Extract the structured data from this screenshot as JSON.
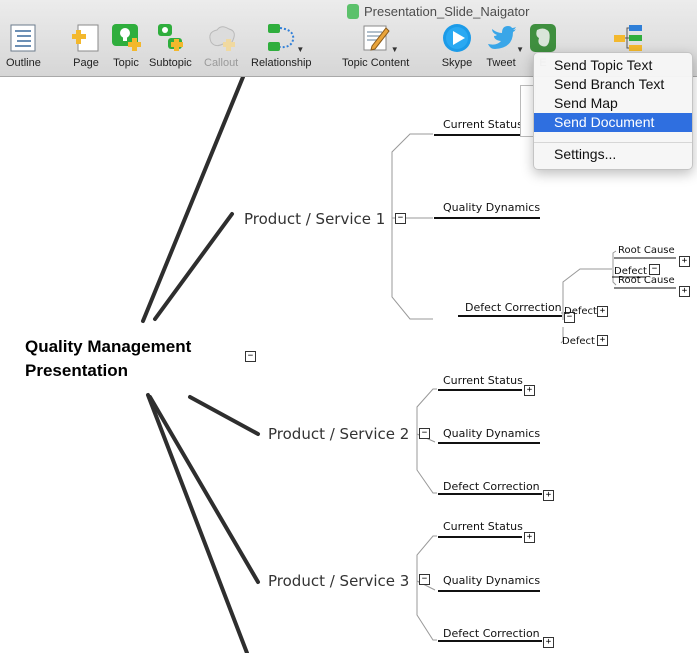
{
  "window": {
    "title": "Presentation_Slide_Naigator"
  },
  "toolbar": {
    "items": [
      {
        "label": "Outline",
        "icon": "outline-icon"
      },
      {
        "label": "Page",
        "icon": "page-icon"
      },
      {
        "label": "Topic",
        "icon": "topic-icon"
      },
      {
        "label": "Subtopic",
        "icon": "subtopic-icon"
      },
      {
        "label": "Callout",
        "icon": "callout-icon",
        "disabled": true
      },
      {
        "label": "Relationship",
        "icon": "relationship-icon"
      },
      {
        "label": "Topic Content",
        "icon": "topic-content-icon"
      },
      {
        "label": "Skype",
        "icon": "skype-icon"
      },
      {
        "label": "Tweet",
        "icon": "twitter-icon"
      },
      {
        "label": "E",
        "icon": "evernote-icon"
      }
    ]
  },
  "menu": {
    "items": [
      {
        "label": "Send Topic Text"
      },
      {
        "label": "Send Branch Text"
      },
      {
        "label": "Send Map"
      },
      {
        "label": "Send Document",
        "selected": true
      },
      {
        "label": "Settings..."
      }
    ]
  },
  "mindmap": {
    "central": {
      "line1": "Quality Management",
      "line2": "Presentation"
    },
    "branches": [
      {
        "label": "Product / Service 1",
        "children": [
          {
            "label": "Current Status"
          },
          {
            "label": "Quality Dynamics"
          },
          {
            "label": "Defect Correction",
            "children": [
              {
                "label": "Defect",
                "children": [
                  {
                    "label": "Root Cause"
                  },
                  {
                    "label": "Root Cause"
                  }
                ]
              },
              {
                "label": "Defect"
              },
              {
                "label": "Defect"
              }
            ]
          }
        ]
      },
      {
        "label": "Product / Service 2",
        "children": [
          {
            "label": "Current Status"
          },
          {
            "label": "Quality Dynamics"
          },
          {
            "label": "Defect Correction"
          }
        ]
      },
      {
        "label": "Product / Service 3",
        "children": [
          {
            "label": "Current Status"
          },
          {
            "label": "Quality Dynamics"
          },
          {
            "label": "Defect Correction"
          }
        ]
      }
    ]
  },
  "colors": {
    "menu_highlight": "#2f6fe0",
    "branch_line": "#333333"
  }
}
